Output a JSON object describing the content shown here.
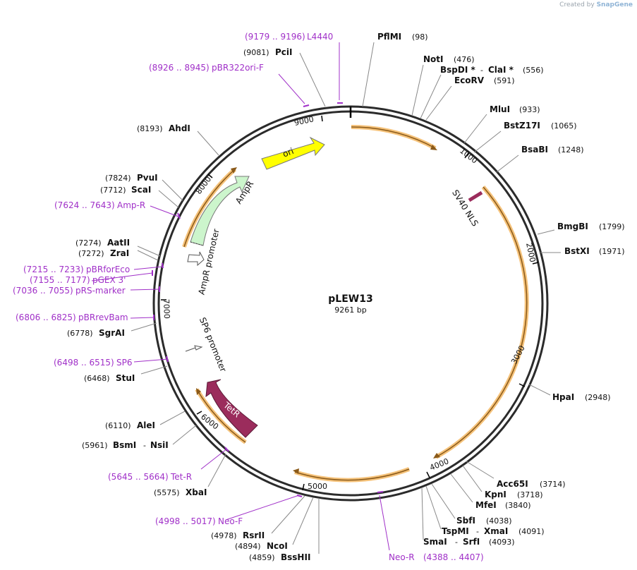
{
  "credit": {
    "prefix": "Created by",
    "brand": "SnapGene"
  },
  "plasmid": {
    "name": "pLEW13",
    "length_label": "9261 bp",
    "length": 9261
  },
  "ticks": [
    "1000",
    "2000",
    "3000",
    "4000",
    "5000",
    "6000",
    "7000",
    "8000",
    "9000"
  ],
  "features": {
    "ori": "ori",
    "ampr": "AmpR",
    "ampr_promoter": "AmpR promoter",
    "sv40": "SV40 NLS",
    "sp6_promoter": "SP6 promoter",
    "tetr": "TetR"
  },
  "enzymes": [
    {
      "name": "PflMI",
      "pos": "(98)"
    },
    {
      "name": "NotI",
      "pos": "(476)"
    },
    {
      "name": "BspDI *",
      "sep": "-",
      "name2": "ClaI *",
      "pos": "(556)"
    },
    {
      "name": "EcoRV",
      "pos": "(591)"
    },
    {
      "name": "MluI",
      "pos": "(933)"
    },
    {
      "name": "BstZ17I",
      "pos": "(1065)"
    },
    {
      "name": "BsaBI",
      "pos": "(1248)"
    },
    {
      "name": "BmgBI",
      "pos": "(1799)"
    },
    {
      "name": "BstXI",
      "pos": "(1971)"
    },
    {
      "name": "HpaI",
      "pos": "(2948)"
    },
    {
      "name": "Acc65I",
      "pos": "(3714)"
    },
    {
      "name": "KpnI",
      "pos": "(3718)"
    },
    {
      "name": "MfeI",
      "pos": "(3840)"
    },
    {
      "name": "SbfI",
      "pos": "(4038)"
    },
    {
      "name": "TspMI",
      "sep": "-",
      "name2": "XmaI",
      "pos": "(4091)"
    },
    {
      "name": "SmaI",
      "sep": "-",
      "name2": "SrfI",
      "pos": "(4093)"
    },
    {
      "name": "BssHII",
      "pos": "(4859)"
    },
    {
      "name": "NcoI",
      "pos": "(4894)"
    },
    {
      "name": "RsrII",
      "pos": "(4978)"
    },
    {
      "name": "XbaI",
      "pos": "(5575)"
    },
    {
      "name": "BsmI",
      "sep": "-",
      "name2": "NsiI",
      "pos": "(5961)"
    },
    {
      "name": "AleI",
      "pos": "(6110)"
    },
    {
      "name": "StuI",
      "pos": "(6468)"
    },
    {
      "name": "SgrAI",
      "pos": "(6778)"
    },
    {
      "name": "ZraI",
      "pos": "(7272)"
    },
    {
      "name": "AatII",
      "pos": "(7274)"
    },
    {
      "name": "ScaI",
      "pos": "(7712)"
    },
    {
      "name": "PvuI",
      "pos": "(7824)"
    },
    {
      "name": "AhdI",
      "pos": "(8193)"
    },
    {
      "name": "PciI",
      "pos": "(9081)"
    }
  ],
  "primers": [
    {
      "range": "(9179 .. 9196)",
      "name": "L4440"
    },
    {
      "range": "(8926 .. 8945)",
      "name": "pBR322ori-F"
    },
    {
      "range": "(7624 .. 7643)",
      "name": "Amp-R"
    },
    {
      "range": "(7215 .. 7233)",
      "name": "pBRforEco"
    },
    {
      "range": "(7155 .. 7177)",
      "name": "pGEX 3'"
    },
    {
      "range": "(7036 .. 7055)",
      "name": "pRS-marker"
    },
    {
      "range": "(6806 .. 6825)",
      "name": "pBRrevBam"
    },
    {
      "range": "(6498 .. 6515)",
      "name": "SP6"
    },
    {
      "range": "(5645 .. 5664)",
      "name": "Tet-R"
    },
    {
      "range": "(4998 .. 5017)",
      "name": "Neo-F"
    },
    {
      "range": "(4388 .. 4407)",
      "name": "Neo-R"
    }
  ],
  "colors": {
    "backbone": "#2b2b2b",
    "orf_highlight": "#f5c27a",
    "ori": "#ffff00",
    "ampr": "#ccf5cc",
    "tetr": "#9b2c5c",
    "sv40": "#9b2c5c",
    "primer": "#a030c8"
  }
}
